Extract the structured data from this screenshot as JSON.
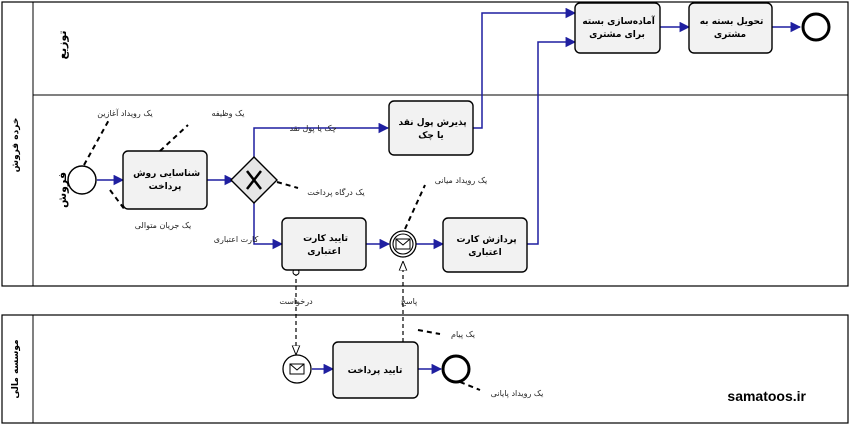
{
  "pools": {
    "retail": {
      "name": "خرده فروش",
      "lanes": {
        "distribution": "توزیع",
        "sales": "فروش"
      }
    },
    "finance": {
      "name": "موسسه مالی"
    }
  },
  "tasks": {
    "identify_payment": [
      "شناسایی روش",
      "پرداخت"
    ],
    "accept_cash": [
      "پذیرش پول نقد",
      "یا چک"
    ],
    "verify_card": [
      "تایید کارت",
      "اعتباری"
    ],
    "process_card": [
      "پردازش کارت",
      "اعتباری"
    ],
    "prepare_package": [
      "آماده‌سازی بسته",
      "برای مشتری"
    ],
    "deliver_package": [
      "تحویل بسته به",
      "مشتری"
    ],
    "confirm_payment": [
      "تایید پرداخت"
    ]
  },
  "labels": {
    "start_event": "یک رویداد آغازین",
    "task": "یک وظیفه",
    "cash_or_check": "چک یا پول نقد",
    "gateway": "یک درگاه پرداخت",
    "sequence_flow": "یک جریان متوالی",
    "credit_card": "کارت اعتباری",
    "intermediate_event": "یک رویداد میانی",
    "request": "درخواست",
    "response": "پاسخ",
    "message": "یک پیام",
    "end_event": "یک رویداد پایانی"
  },
  "watermark": "samatoos.ir",
  "colors": {
    "flow": "#1f1fa0",
    "line": "#000000",
    "task_fill": "#f2f2f2"
  }
}
